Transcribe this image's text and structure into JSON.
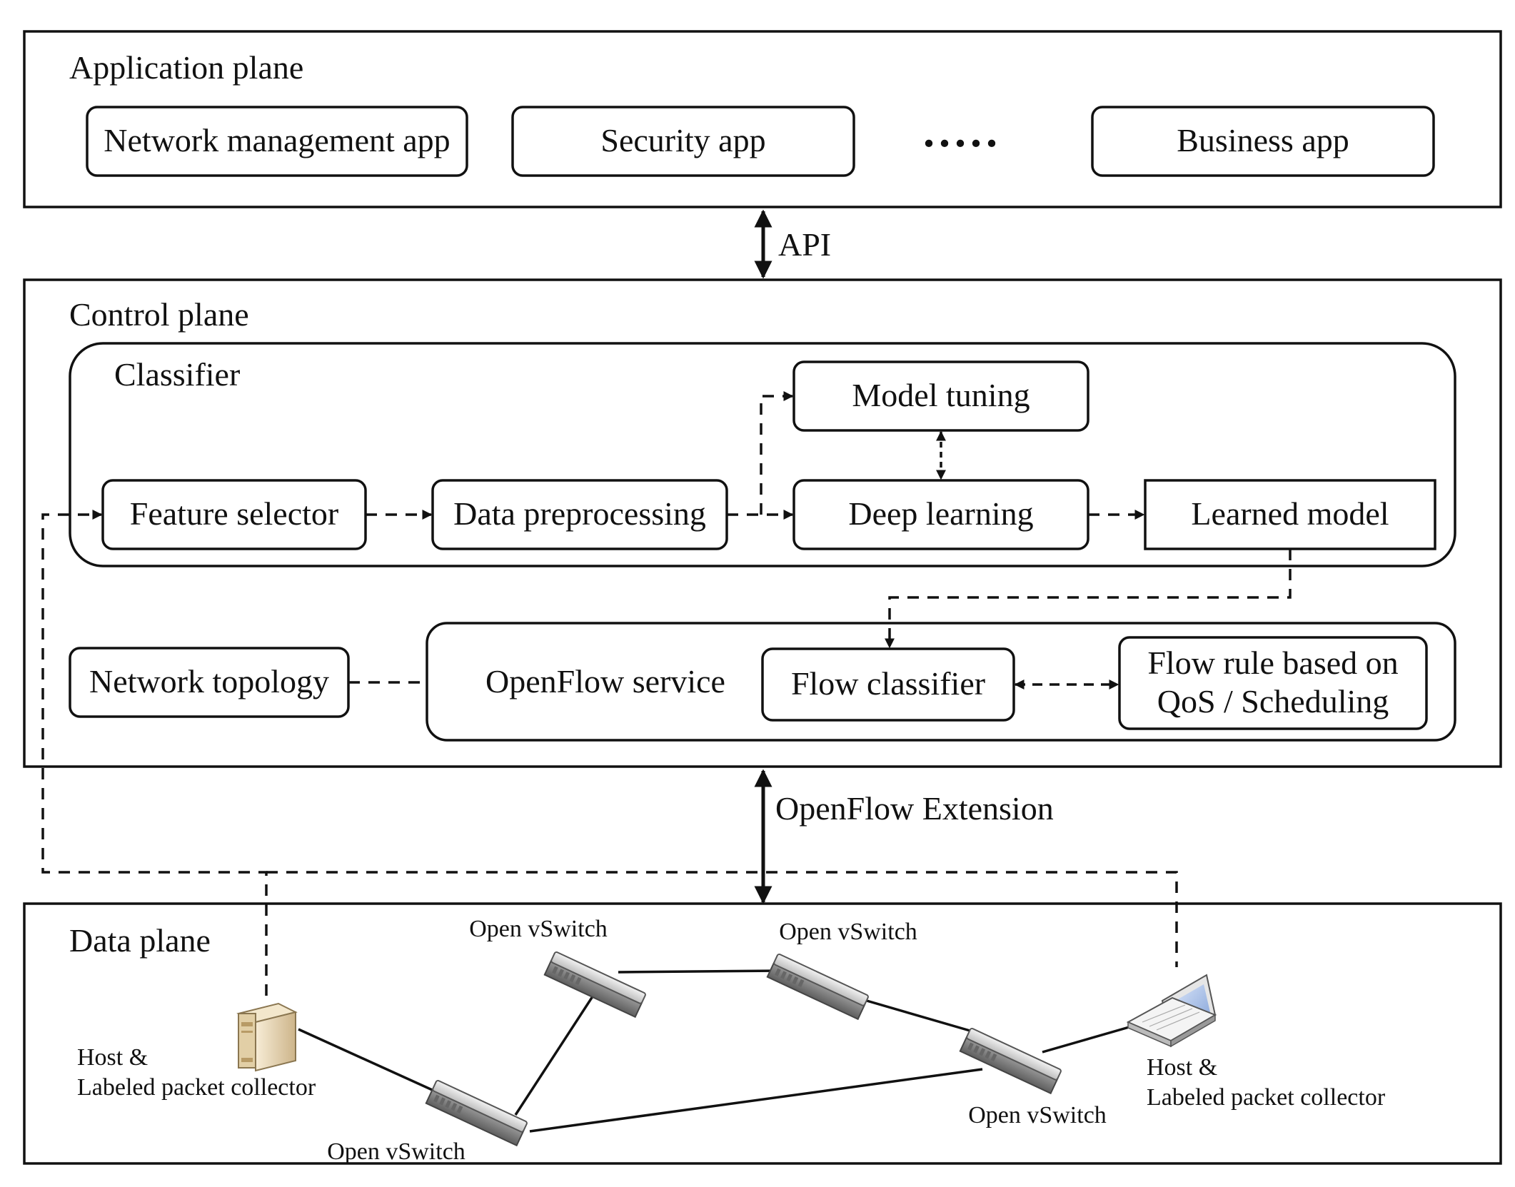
{
  "planes": {
    "application": "Application plane",
    "control": "Control plane",
    "data": "Data plane"
  },
  "application_apps": {
    "network_management": "Network management app",
    "security": "Security app",
    "ellipsis": ".....",
    "business": "Business app"
  },
  "interfaces": {
    "api": "API",
    "openflow_extension": "OpenFlow Extension"
  },
  "classifier": {
    "title": "Classifier",
    "feature_selector": "Feature selector",
    "data_preprocessing": "Data preprocessing",
    "model_tuning": "Model tuning",
    "deep_learning": "Deep learning",
    "learned_model": "Learned model"
  },
  "control": {
    "network_topology": "Network topology",
    "openflow_service": "OpenFlow service",
    "flow_classifier": "Flow classifier",
    "flow_rule_line1": "Flow rule based on",
    "flow_rule_line2": "QoS / Scheduling"
  },
  "data_plane": {
    "switch_top_left": "Open vSwitch",
    "switch_top_mid": "Open vSwitch",
    "switch_bottom_left": "Open vSwitch",
    "switch_bottom_right": "Open vSwitch",
    "host_left_line1": "Host &",
    "host_left_line2": "Labeled packet collector",
    "host_right_line1": "Host &",
    "host_right_line2": "Labeled packet collector"
  }
}
